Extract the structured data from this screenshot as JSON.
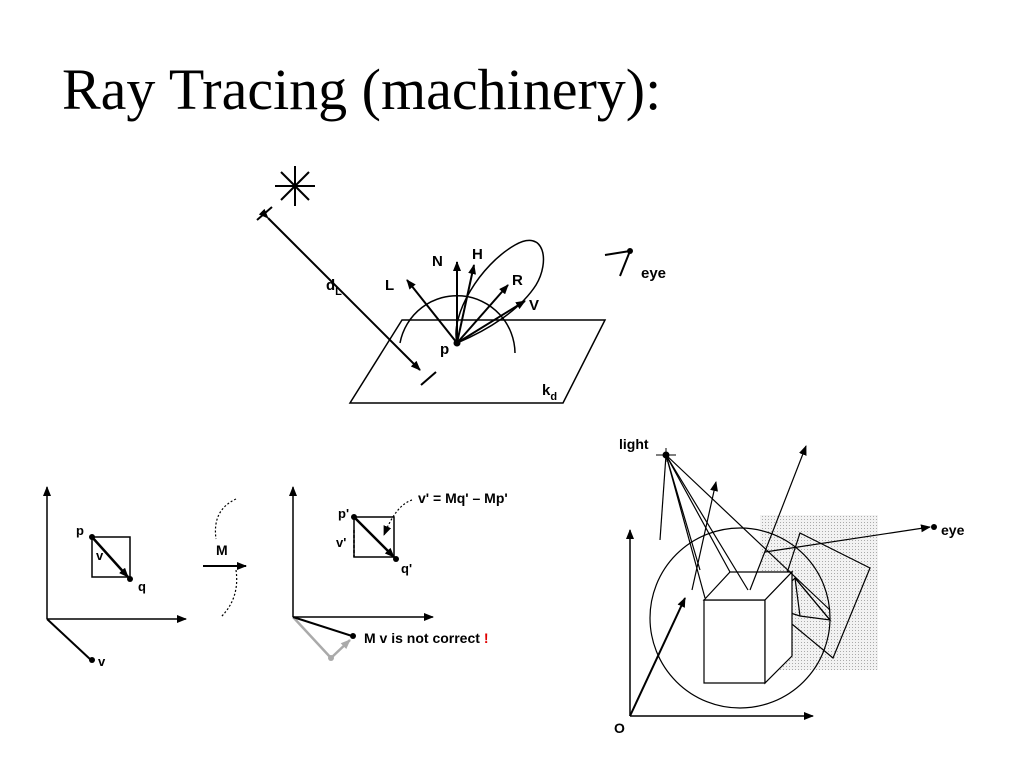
{
  "title": "Ray Tracing (machinery):",
  "shading_diagram": {
    "labels": {
      "N": "N",
      "H": "H",
      "L": "L",
      "R": "R",
      "V": "V",
      "p": "p",
      "eye": "eye",
      "d": "d",
      "d_sub": "L",
      "k": "k",
      "k_sub": "d"
    }
  },
  "transform_diagram": {
    "left": {
      "p": "p",
      "v": "v",
      "q": "q",
      "v_axis": "v"
    },
    "map_label": "M",
    "right": {
      "p_prime": "p'",
      "v_prime": "v'",
      "q_prime": "q'",
      "equation": "v' = Mq' – Mp'",
      "note": "M v is not correct",
      "exclaim": "!"
    },
    "colors": {
      "exclaim": "#e00000",
      "incorrect_vector": "#aaaaaa"
    }
  },
  "scene_diagram": {
    "labels": {
      "light": "light",
      "eye": "eye",
      "origin": "O"
    }
  }
}
